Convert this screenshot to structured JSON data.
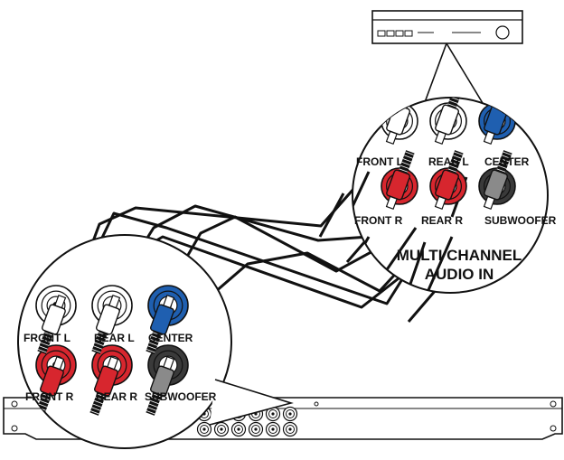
{
  "receiver_panel": {
    "jacks": [
      {
        "label": "FRONT L",
        "color": "#ffffff"
      },
      {
        "label": "REAR L",
        "color": "#ffffff"
      },
      {
        "label": "CENTER",
        "color": "#1f5fb0"
      },
      {
        "label": "FRONT R",
        "color": "#d7262e"
      },
      {
        "label": "REAR R",
        "color": "#d7262e"
      },
      {
        "label": "SUBWOOFER",
        "color": "#3a3a3a"
      }
    ],
    "title_line1": "MULTI CHANNEL",
    "title_line2": "AUDIO IN"
  },
  "player_panel": {
    "jacks": [
      {
        "label": "FRONT L",
        "color": "#ffffff"
      },
      {
        "label": "REAR L",
        "color": "#ffffff"
      },
      {
        "label": "CENTER",
        "color": "#1f5fb0"
      },
      {
        "label": "FRONT R",
        "color": "#d7262e"
      },
      {
        "label": "REAR R",
        "color": "#d7262e"
      },
      {
        "label": "SUBWOOFER",
        "color": "#3a3a3a"
      }
    ]
  },
  "colors": {
    "white_plug": "#ffffff",
    "red_plug": "#d7262e",
    "blue_plug": "#1f5fb0",
    "gray_plug": "#8a8a8a",
    "outline": "#111111"
  }
}
